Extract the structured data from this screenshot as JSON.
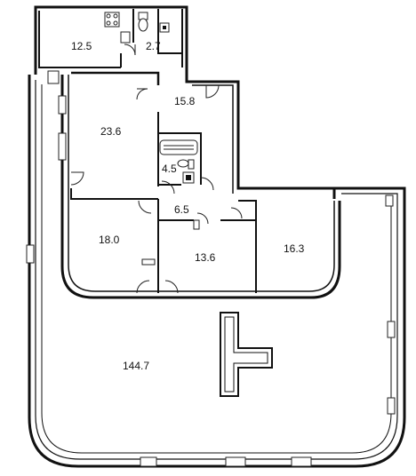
{
  "plan": {
    "rooms": [
      {
        "id": "kitchen-left",
        "area": "12.5"
      },
      {
        "id": "wc",
        "area": "2.7"
      },
      {
        "id": "hall",
        "area": "15.8"
      },
      {
        "id": "living",
        "area": "23.6"
      },
      {
        "id": "bath",
        "area": "4.5"
      },
      {
        "id": "corridor",
        "area": "6.5"
      },
      {
        "id": "bedroom-1",
        "area": "18.0"
      },
      {
        "id": "bedroom-2",
        "area": "13.6"
      },
      {
        "id": "bedroom-3",
        "area": "16.3"
      },
      {
        "id": "terrace",
        "area": "144.7"
      }
    ]
  }
}
